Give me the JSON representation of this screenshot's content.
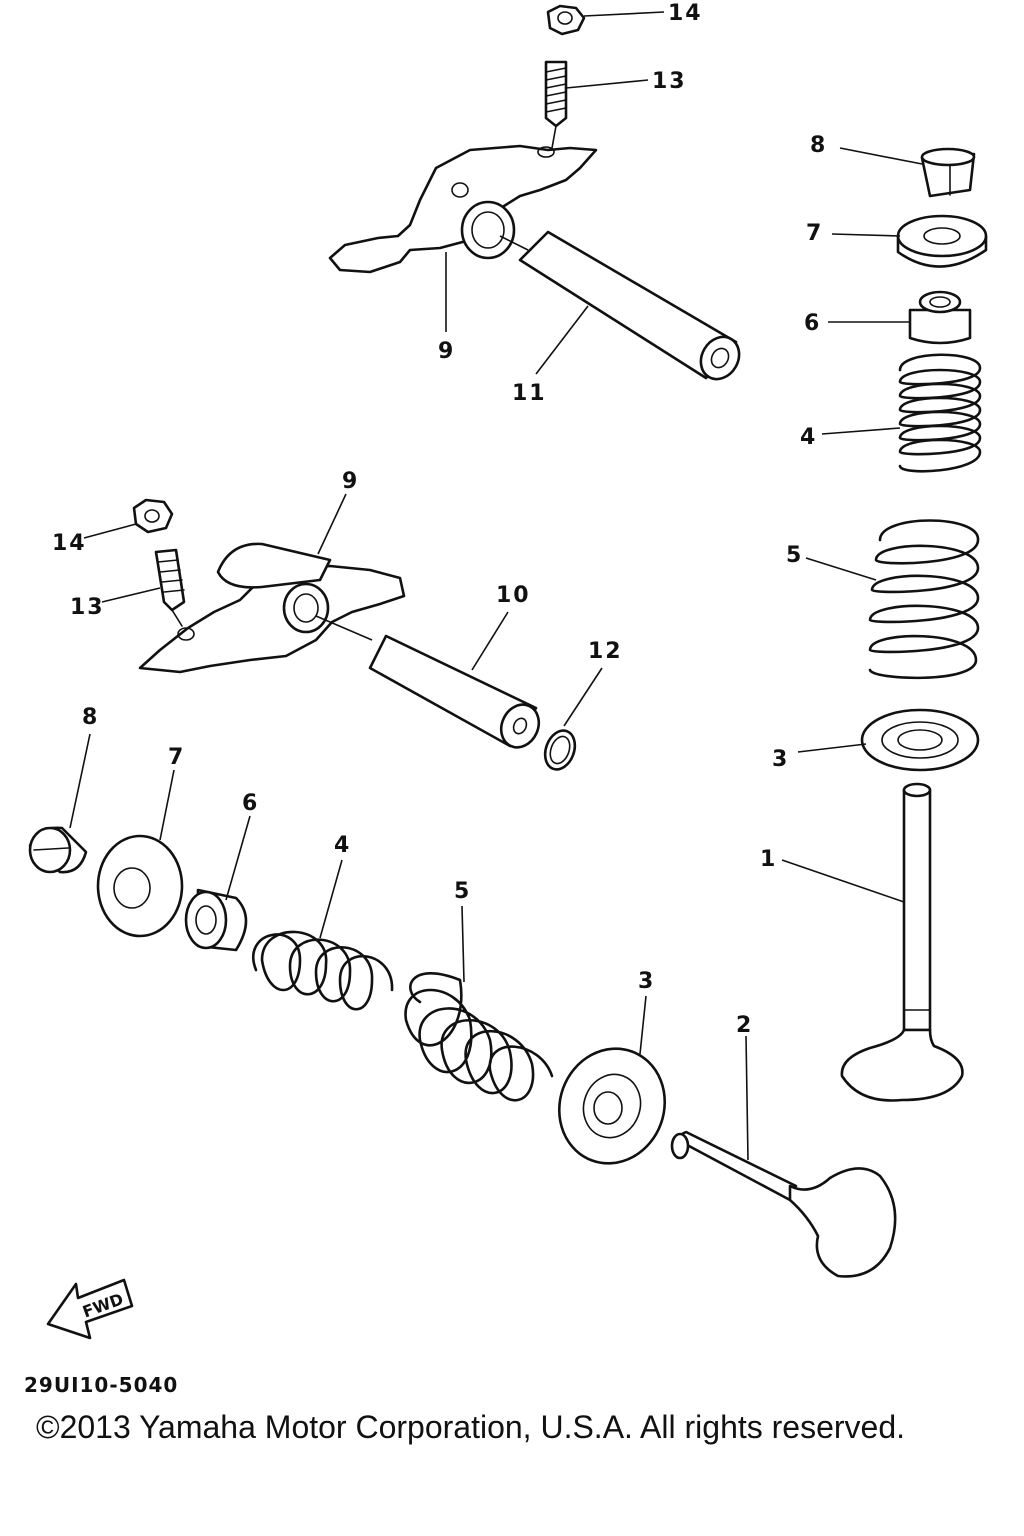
{
  "callouts": {
    "c14a": "14",
    "c13a": "13",
    "c8a": "8",
    "c7a": "7",
    "c6a": "6",
    "c9a": "9",
    "c11": "11",
    "c4a": "4",
    "c9b": "9",
    "c14b": "14",
    "c13b": "13",
    "c10": "10",
    "c12": "12",
    "c5a": "5",
    "c8b": "8",
    "c7b": "7",
    "c6b": "6",
    "c4b": "4",
    "c5b": "5",
    "c3a": "3",
    "c1": "1",
    "c3b": "3",
    "c2": "2"
  },
  "fwd_label": "FWD",
  "diagram_code": "29UI10-5040",
  "copyright": "©2013 Yamaha Motor Corporation, U.S.A. All rights reserved."
}
